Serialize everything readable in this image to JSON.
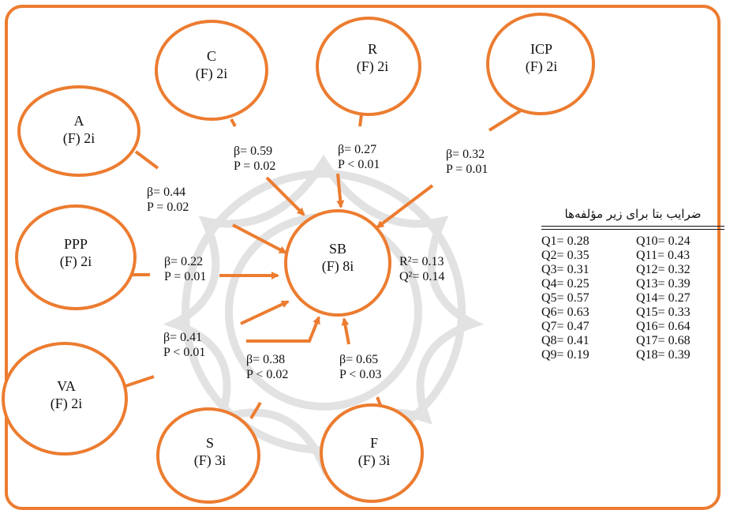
{
  "center_node": {
    "name": "SB",
    "items": "(F) 8i",
    "r_squared": "R²= 0.13",
    "q_squared": "Q²= 0.14"
  },
  "nodes": [
    {
      "key": "a",
      "name": "A",
      "items": "(F) 2i",
      "beta": "β= 0.44",
      "p": "P = 0.02"
    },
    {
      "key": "c",
      "name": "C",
      "items": "(F) 2i",
      "beta": "β= 0.59",
      "p": "P = 0.02"
    },
    {
      "key": "r",
      "name": "R",
      "items": "(F) 2i",
      "beta": "β= 0.27",
      "p": "P < 0.01"
    },
    {
      "key": "icp",
      "name": "ICP",
      "items": "(F) 2i",
      "beta": "β= 0.32",
      "p": "P = 0.01"
    },
    {
      "key": "ppp",
      "name": "PPP",
      "items": "(F) 2i",
      "beta": "β= 0.22",
      "p": "P = 0.01"
    },
    {
      "key": "va",
      "name": "VA",
      "items": "(F) 2i",
      "beta": "β= 0.41",
      "p": "P < 0.01"
    },
    {
      "key": "s",
      "name": "S",
      "items": "(F) 3i",
      "beta": "β= 0.38",
      "p": "P < 0.02"
    },
    {
      "key": "f",
      "name": "F",
      "items": "(F) 3i",
      "beta": "β= 0.65",
      "p": "P < 0.03"
    }
  ],
  "beta_table": {
    "title": "ضرایب بتا برای زیر مؤلفه‌ها",
    "left_column": [
      "Q1= 0.28",
      "Q2= 0.35",
      "Q3= 0.31",
      "Q4= 0.25",
      "Q5= 0.57",
      "Q6= 0.63",
      "Q7= 0.47",
      "Q8= 0.41",
      "Q9= 0.19"
    ],
    "right_column": [
      "Q10= 0.24",
      "Q11= 0.43",
      "Q12= 0.32",
      "Q13= 0.39",
      "Q14= 0.27",
      "Q15= 0.33",
      "Q16= 0.64",
      "Q17= 0.68",
      "Q18= 0.39"
    ]
  },
  "colors": {
    "accent": "#ec7c30",
    "watermark": "#d9d9d9",
    "text": "#111111"
  }
}
